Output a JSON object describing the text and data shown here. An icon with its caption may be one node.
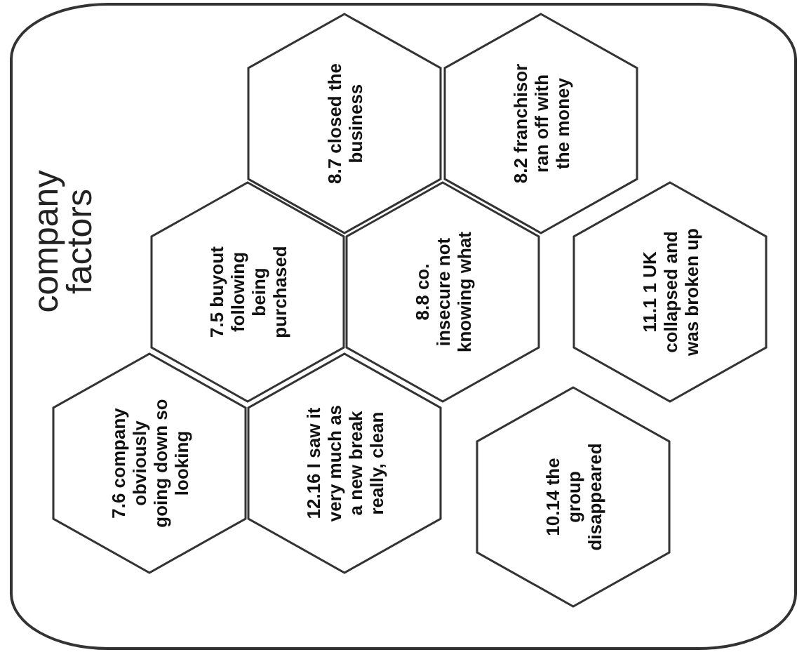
{
  "diagram": {
    "nodes": [
      {
        "text": [
          "company factors"
        ]
      },
      {
        "text": [
          "8.7 closed the business"
        ],
        "in": 0
      },
      {
        "text": [
          "8.2 franchisor ran off with the money"
        ],
        "in": 0
      },
      {
        "text": [
          "7.5 buyout following being purchased"
        ],
        "in": 0
      },
      {
        "text": [
          "8.8 co. insecure not knowing what"
        ],
        "in": 0
      },
      {
        "text": [
          "11.1 1 UK collapsed and was broken up"
        ],
        "in": 0
      },
      {
        "text": [
          "7.6 company obviously going down so looking"
        ],
        "in": 0
      },
      {
        "text": [
          "12.16 I saw it very much as a new break really, clean"
        ],
        "in": 0
      },
      {
        "text": [
          "10.14 the group disappeared"
        ],
        "in": 0
      }
    ]
  }
}
